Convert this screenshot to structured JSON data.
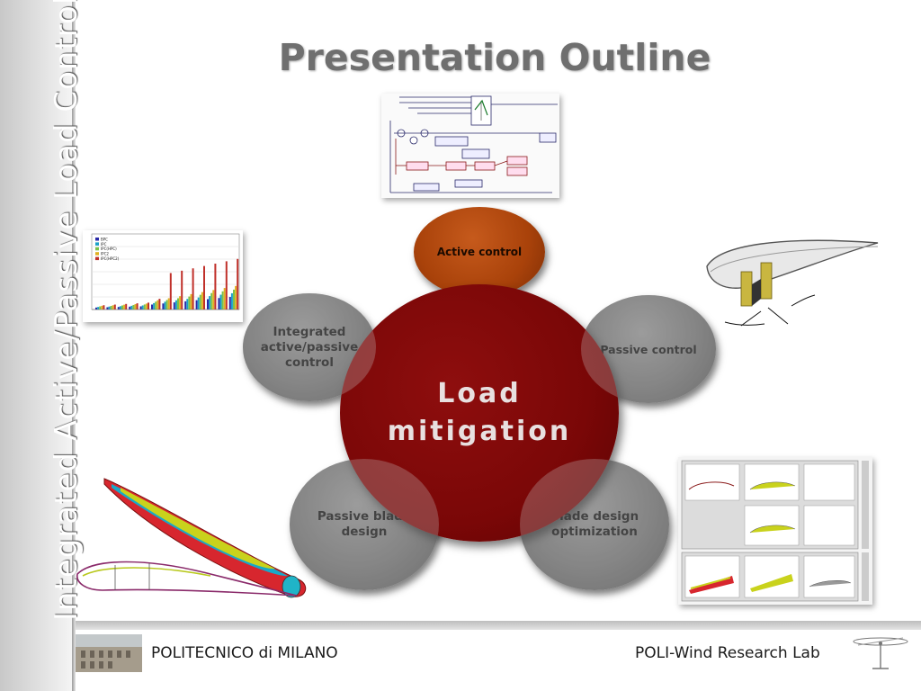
{
  "sidebar": {
    "title": "Integrated Active/Passive Load Control"
  },
  "slide": {
    "title": "Presentation Outline"
  },
  "center": {
    "line1": "Load",
    "line2": "mitigation"
  },
  "topics": [
    {
      "label": "Active control"
    },
    {
      "label": "Passive control"
    },
    {
      "label": "Blade design optimization"
    },
    {
      "label": "Passive blade design"
    },
    {
      "label": "Integrated active/passive control"
    }
  ],
  "chart_thumbnail": {
    "legend": [
      "BPC",
      "IPC",
      "IPC(HPC)",
      "IPC2",
      "IPC(HPC2)"
    ],
    "colors": [
      "#2a2aa8",
      "#1aa0c8",
      "#7ac24a",
      "#e0b020",
      "#c0302a"
    ]
  },
  "footer": {
    "left": "POLITECNICO di MILANO",
    "right": "POLI-Wind Research Lab"
  },
  "colors": {
    "main_circle": "#7a0707",
    "active_circle": "#a9420a",
    "gray_circle": "#6a6a6a",
    "title": "#6f6f6f"
  }
}
